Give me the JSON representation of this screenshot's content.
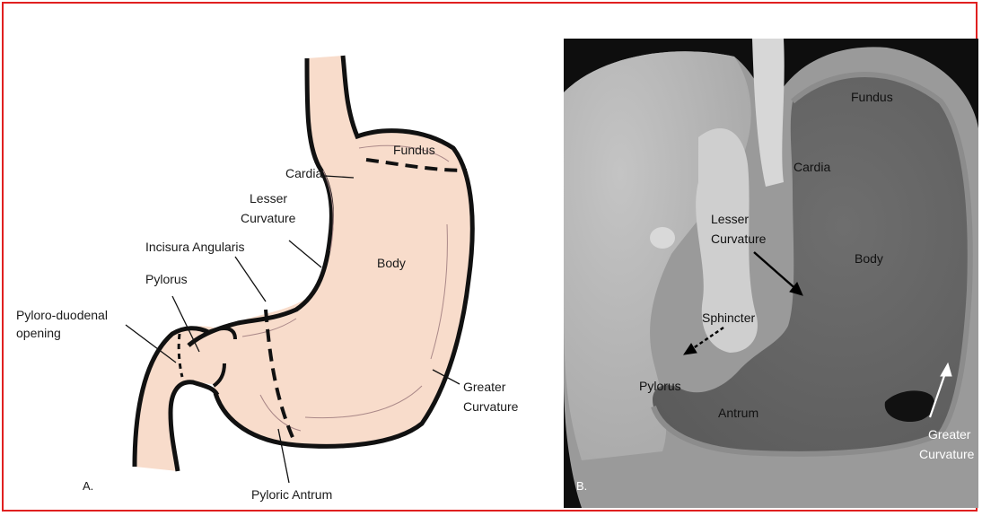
{
  "panel_a": {
    "letter": "A.",
    "labels": {
      "fundus": "Fundus",
      "cardia": "Cardia",
      "lesser_curvature_1": "Lesser",
      "lesser_curvature_2": "Curvature",
      "incisura": "Incisura Angularis",
      "body": "Body",
      "pylorus": "Pylorus",
      "pyloro_duodenal_1": "Pyloro-duodenal",
      "pyloro_duodenal_2": "opening",
      "greater_curvature_1": "Greater",
      "greater_curvature_2": "Curvature",
      "pyloric_antrum": "Pyloric Antrum"
    }
  },
  "panel_b": {
    "letter": "B.",
    "labels": {
      "fundus": "Fundus",
      "cardia": "Cardia",
      "lesser_curvature_1": "Lesser",
      "lesser_curvature_2": "Curvature",
      "body": "Body",
      "sphincter": "Sphincter",
      "pylorus": "Pylorus",
      "antrum": "Antrum",
      "greater_curvature_1": "Greater",
      "greater_curvature_2": "Curvature"
    }
  },
  "colors": {
    "frame_border": "#e02020",
    "stomach_fill": "#f8dccb",
    "outline": "#111111"
  }
}
